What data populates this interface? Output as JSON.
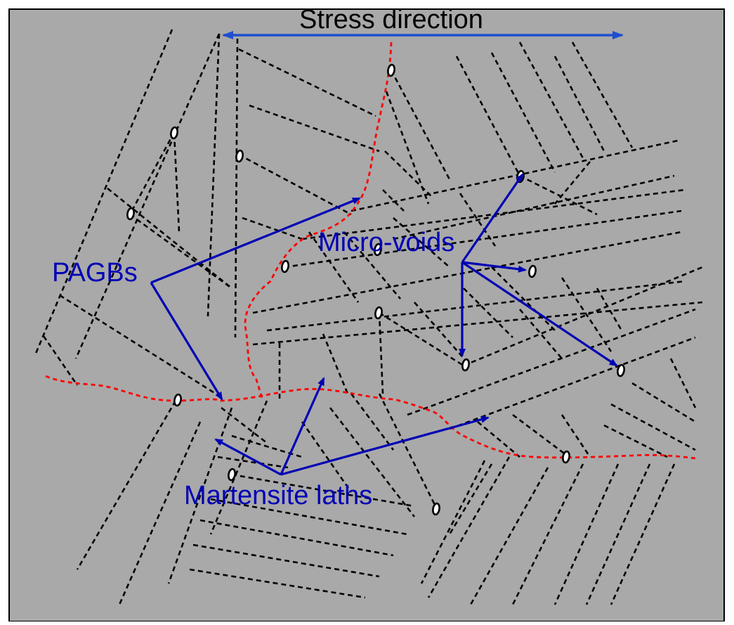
{
  "diagram": {
    "labels": {
      "stress_direction": "Stress direction",
      "micro_voids": "Micro-voids",
      "pagbs": "PAGBs",
      "martensite_laths": "Martensite laths"
    },
    "colors": {
      "background": "#a9a9a9",
      "frame": "#000000",
      "lath_lines": "#000000",
      "grain_boundary": "#ff0000",
      "annotation_arrows": "#0000b4",
      "stress_arrow": "#1f4fd0",
      "void_fill": "#ffffff"
    },
    "legend_semantics": {
      "dashed_black": "martensite lath boundaries",
      "dashed_red": "prior austenite grain boundaries",
      "white_ellipses": "micro-voids"
    }
  }
}
